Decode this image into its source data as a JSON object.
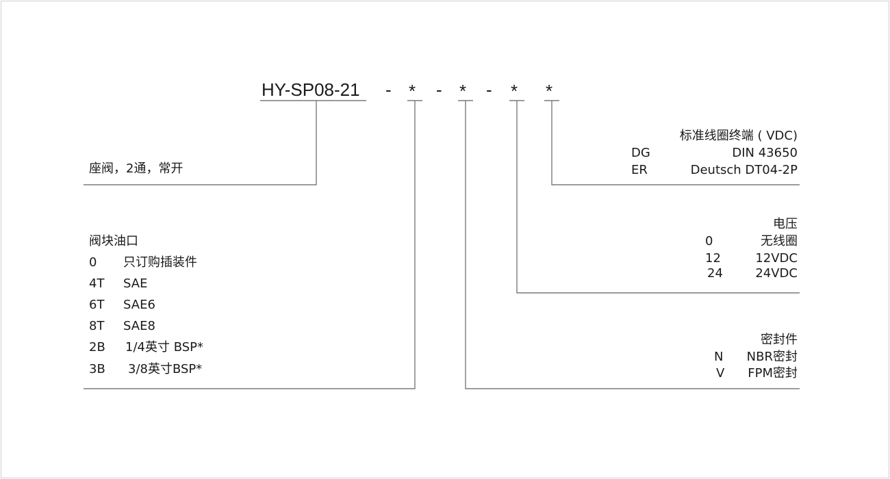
{
  "code": {
    "model": "HY-SP08-21",
    "separator": "-",
    "placeholder": "*"
  },
  "valve_type": {
    "label": "座阀，2通，常开"
  },
  "port": {
    "title": "阀块油口",
    "options": [
      {
        "code": "0",
        "desc": "只订购插装件"
      },
      {
        "code": "4T",
        "desc": "SAE"
      },
      {
        "code": "6T",
        "desc": "SAE6"
      },
      {
        "code": "8T",
        "desc": "SAE8"
      },
      {
        "code": "2B",
        "desc": "1/4英寸 BSP*"
      },
      {
        "code": "3B",
        "desc": "3/8英寸BSP*"
      }
    ]
  },
  "coil": {
    "title": "标准线圈终端 ( VDC)",
    "options": [
      {
        "code": "DG",
        "desc": "DIN 43650"
      },
      {
        "code": "ER",
        "desc": "Deutsch DT04-2P"
      }
    ]
  },
  "voltage": {
    "title": "电压",
    "options": [
      {
        "code": "0",
        "desc": "无线圈"
      },
      {
        "code": "12",
        "desc": "12VDC"
      },
      {
        "code": "24",
        "desc": "24VDC"
      }
    ]
  },
  "seal": {
    "title": "密封件",
    "options": [
      {
        "code": "N",
        "desc": "NBR密封"
      },
      {
        "code": "V",
        "desc": "FPM密封"
      }
    ]
  },
  "colors": {
    "line": "#7a7a7a",
    "text": "#1a1a1a"
  }
}
